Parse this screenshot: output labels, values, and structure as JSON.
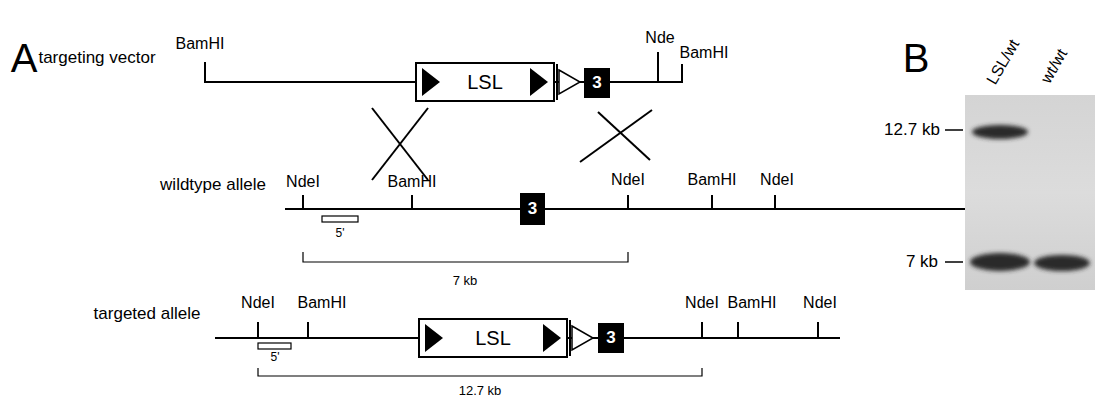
{
  "diagram": {
    "nodes": [
      {
        "text": [
          "LSL"
        ]
      },
      {
        "text": [
          "3"
        ]
      },
      {
        "text": [
          "3"
        ]
      },
      {
        "text": [
          "LSL"
        ]
      },
      {
        "text": [
          "3"
        ]
      }
    ],
    "labels": [
      "A",
      "targeting vector",
      "BamHI",
      "Nde",
      "BamHI",
      "NdeI",
      "BamHI",
      "NdeI",
      "BamHI",
      "NdeI",
      "wildtype allele",
      "5'",
      "7 kb",
      "targeted allele",
      "NdeI",
      "BamHI",
      "NdeI",
      "BamHI",
      "NdeI",
      "5'",
      "12.7 kb",
      "B",
      "LSL/wt",
      "wt/wt",
      "12.7 kb",
      "7 kb"
    ]
  }
}
